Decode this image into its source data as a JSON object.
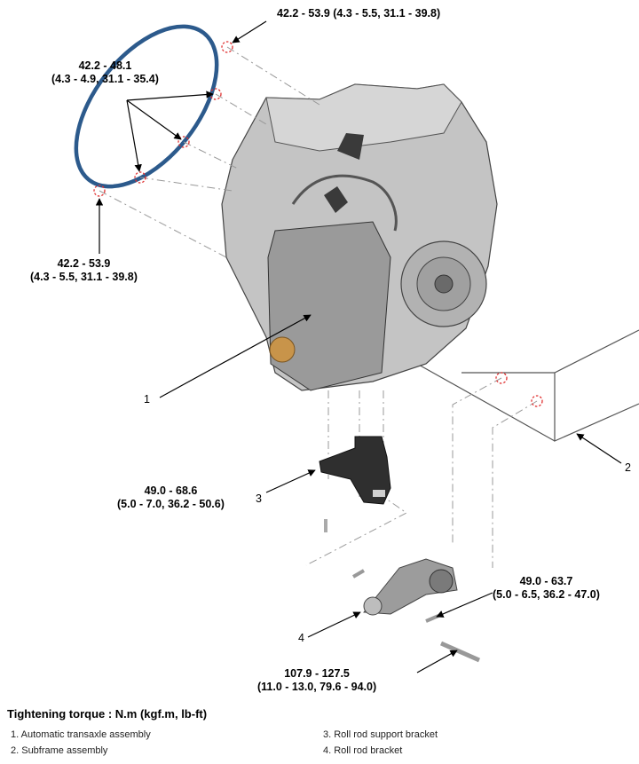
{
  "torques": {
    "top_right": {
      "line1": "42.2 - 53.9 (4.3 - 5.5, 31.1 - 39.8)"
    },
    "top_left": {
      "line1": "42.2 - 48.1",
      "line2": "(4.3 - 4.9, 31.1 - 35.4)"
    },
    "mid_left": {
      "line1": "42.2 - 53.9",
      "line2": "(4.3 - 5.5, 31.1 - 39.8)"
    },
    "bracket3": {
      "line1": "49.0 - 68.6",
      "line2": "(5.0 - 7.0, 36.2 - 50.6)"
    },
    "bracket4": {
      "line1": "49.0 - 63.7",
      "line2": "(5.0 - 6.5, 36.2 - 47.0)"
    },
    "bottom": {
      "line1": "107.9 - 127.5",
      "line2": "(11.0 - 13.0, 79.6 - 94.0)"
    }
  },
  "callouts": {
    "n1": "1",
    "n2": "2",
    "n3": "3",
    "n4": "4"
  },
  "legend": {
    "title": "Tightening torque : N.m (kgf.m, lb-ft)",
    "items": [
      "1. Automatic transaxle assembly",
      "2. Subframe assembly",
      "3. Roll rod support bracket",
      "4. Roll rod bracket"
    ]
  },
  "colors": {
    "marker": "#e03030",
    "ring": "#2c5a8c",
    "part": "#8a8a8a",
    "dark": "#2b2b2b"
  }
}
